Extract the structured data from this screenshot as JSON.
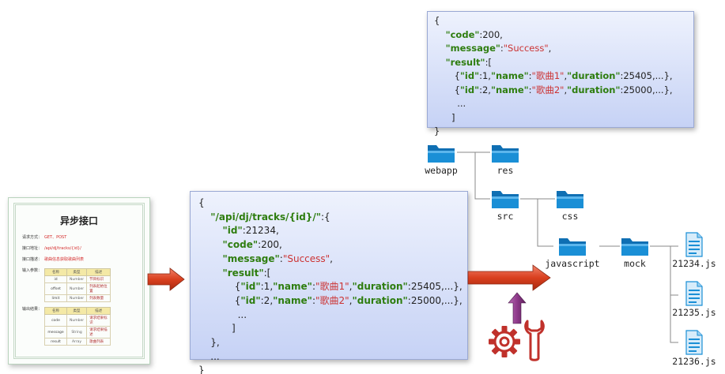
{
  "doc": {
    "title": "异步接口",
    "rows": [
      {
        "label": "请求方式：",
        "value": "GET、POST"
      },
      {
        "label": "接口地址：",
        "value": "/api/dj/tracks/{id}/"
      },
      {
        "label": "接口描述：",
        "value": "歌曲信息获取歌曲列表"
      }
    ],
    "input_label": "输入参数：",
    "input_headers": [
      "名称",
      "类型",
      "描述"
    ],
    "input_rows": [
      [
        "id",
        "Number",
        "节目标识"
      ],
      [
        "offset",
        "Number",
        "列表起始位置"
      ],
      [
        "limit",
        "Number",
        "列表数量"
      ]
    ],
    "output_label": "输出结果：",
    "output_headers": [
      "名称",
      "类型",
      "描述"
    ],
    "output_rows": [
      [
        "code",
        "Number",
        "请求结果标识"
      ],
      [
        "message",
        "String",
        "请求结果描述"
      ],
      [
        "result",
        "Array",
        "歌曲列表"
      ]
    ]
  },
  "top_code": {
    "open": "{",
    "code_key": "\"code\"",
    "code_val": ":200,",
    "message_key": "\"message\"",
    "message_colon": ":",
    "message_val": "\"Success\"",
    "message_comma": ",",
    "result_key": "\"result\"",
    "result_open": ":[",
    "item1": {
      "p1": "{",
      "k1": "\"id\"",
      "v1": ":1,",
      "k2": "\"name\"",
      "v2c": ":",
      "v2": "\"歌曲1\"",
      "v2e": ",",
      "k3": "\"duration\"",
      "v3": ":25405,...},"
    },
    "item2": {
      "p1": "{",
      "k1": "\"id\"",
      "v1": ":2,",
      "k2": "\"name\"",
      "v2c": ":",
      "v2": "\"歌曲2\"",
      "v2e": ",",
      "k3": "\"duration\"",
      "v3": ":25000,...},"
    },
    "ellipsis": "...",
    "result_close": "]",
    "close": "}"
  },
  "main_code": {
    "open": "{",
    "path_key": "\"/api/dj/tracks/{id}/\"",
    "path_open": ":{",
    "id_key": "\"id\"",
    "id_val": ":21234,",
    "code_key": "\"code\"",
    "code_val": ":200,",
    "message_key": "\"message\"",
    "message_colon": ":",
    "message_val": "\"Success\"",
    "message_comma": ",",
    "result_key": "\"result\"",
    "result_open": ":[",
    "item1": {
      "p1": "{",
      "k1": "\"id\"",
      "v1": ":1,",
      "k2": "\"name\"",
      "v2c": ":",
      "v2": "\"歌曲1\"",
      "v2e": ",",
      "k3": "\"duration\"",
      "v3": ":25405,...},"
    },
    "item2": {
      "p1": "{",
      "k1": "\"id\"",
      "v1": ":2,",
      "k2": "\"name\"",
      "v2c": ":",
      "v2": "\"歌曲2\"",
      "v2e": ",",
      "k3": "\"duration\"",
      "v3": ":25000,...},"
    },
    "ellipsis": "...",
    "result_close": "]",
    "path_close": "},",
    "ellipsis2": "...",
    "close": "}"
  },
  "tree": {
    "webapp": "webapp",
    "res": "res",
    "src": "src",
    "css": "css",
    "javascript": "javascript",
    "mock": "mock",
    "files": [
      "21234.js",
      "21235.js",
      "21236.js"
    ]
  },
  "colors": {
    "arrow": "#d9401f",
    "up_arrow": "#8e3a8a",
    "gear": "#c0312b",
    "folder": "#1a8fd6",
    "key": "#2e7d0f",
    "string": "#cc3333"
  },
  "icons": [
    "folder-icon",
    "js-file-icon",
    "gear-icon",
    "wrench-icon",
    "right-arrow-icon",
    "up-arrow-icon"
  ]
}
